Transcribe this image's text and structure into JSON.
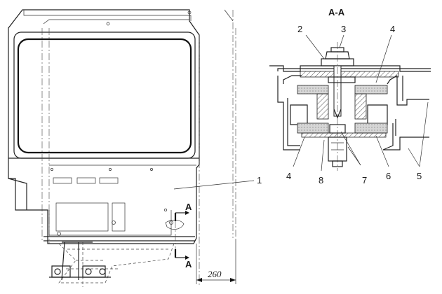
{
  "section_title": "А-А",
  "section_marker_top": "А",
  "section_marker_bottom": "А",
  "dimension": "260",
  "callouts": {
    "c1": "1",
    "c2": "2",
    "c3": "3",
    "c4_top": "4",
    "c4_bottom": "4",
    "c5": "5",
    "c6": "6",
    "c7": "7",
    "c8": "8"
  },
  "colors": {
    "line": "#222222",
    "hatch": "#555555",
    "rubber": "#cfcfcf"
  }
}
